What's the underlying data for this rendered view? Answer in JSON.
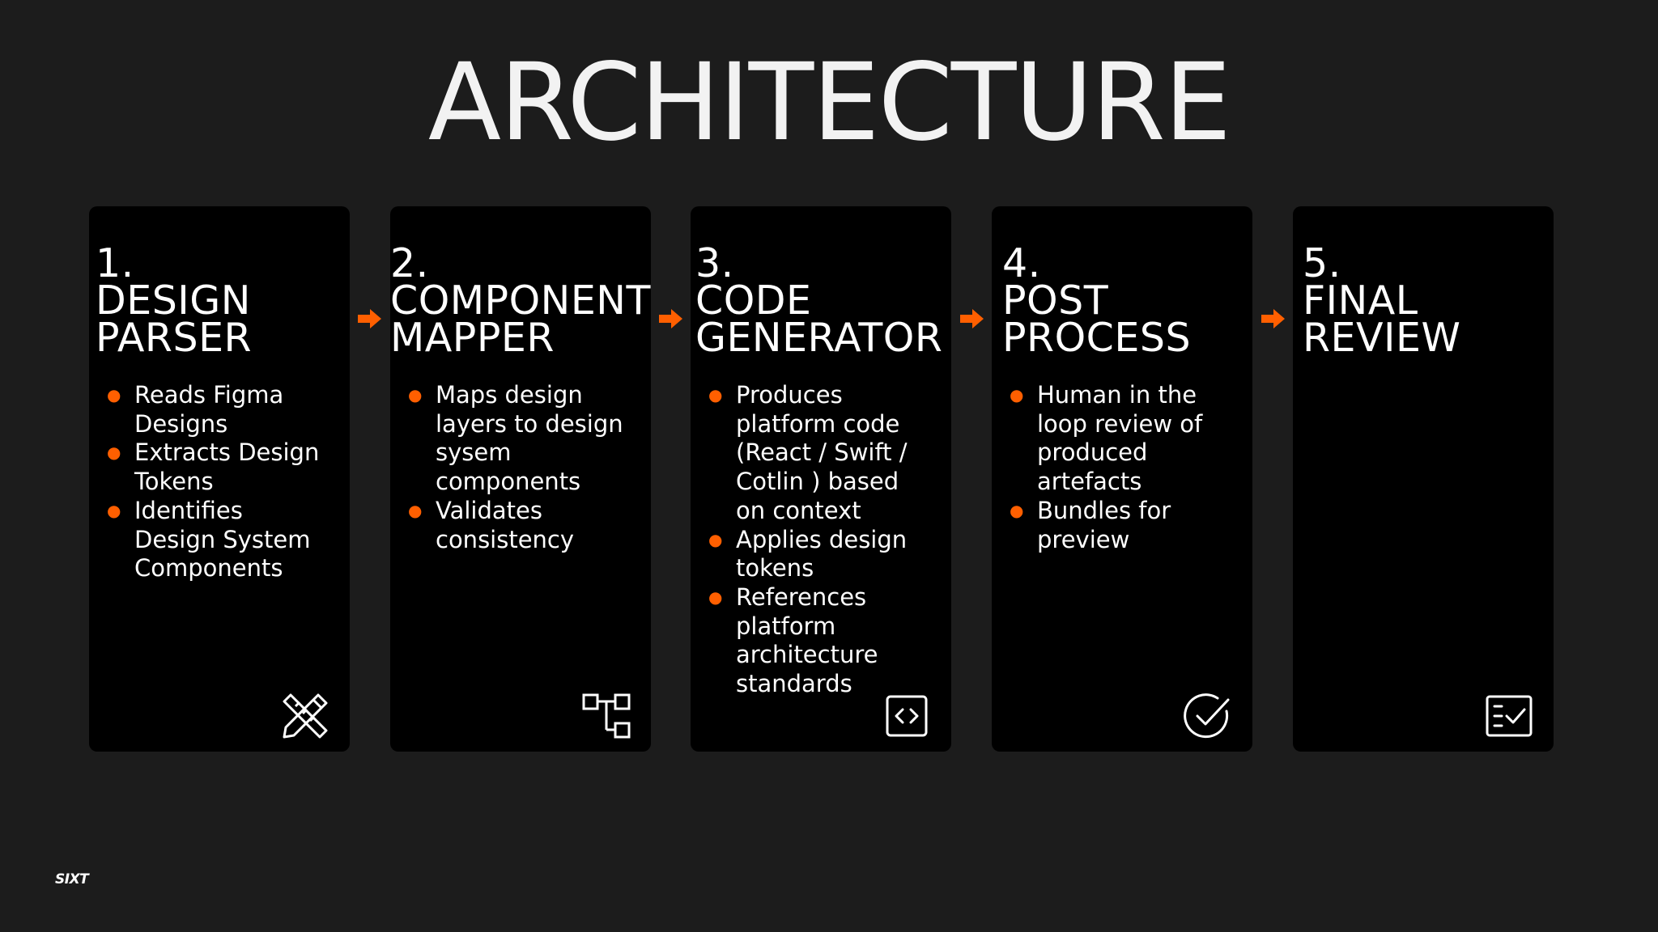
{
  "title": "ARCHITECTURE",
  "colors": {
    "background": "#1c1c1c",
    "card": "#000000",
    "accent": "#ff5f00",
    "text": "#ffffff"
  },
  "steps": [
    {
      "number": "1.",
      "title_lines": [
        "DESIGN",
        "PARSER"
      ],
      "bullets": [
        [
          "Reads Figma",
          "Designs"
        ],
        [
          "Extracts Design",
          "Tokens"
        ],
        [
          "Identifies",
          "Design System",
          "Components"
        ]
      ],
      "icon": "ruler-pencil-icon"
    },
    {
      "number": "2.",
      "title_lines": [
        "COMPONENT",
        "MAPPER"
      ],
      "bullets": [
        [
          "Maps design",
          "layers to design",
          "sysem",
          "components"
        ],
        [
          "Validates",
          "consistency"
        ]
      ],
      "icon": "hierarchy-icon"
    },
    {
      "number": "3.",
      "title_lines": [
        "CODE",
        "GENERATOR"
      ],
      "bullets": [
        [
          "Produces",
          "platform code",
          "(React / Swift /",
          "Cotlin ) based",
          "on context"
        ],
        [
          "Applies design",
          "tokens"
        ],
        [
          "References",
          "platform",
          "architecture",
          "standards"
        ]
      ],
      "icon": "code-icon"
    },
    {
      "number": "4.",
      "title_lines": [
        "POST",
        "PROCESS"
      ],
      "bullets": [
        [
          "Human in the",
          "loop review of",
          "produced",
          "artefacts"
        ],
        [
          "Bundles for",
          "preview"
        ]
      ],
      "icon": "check-circle-icon"
    },
    {
      "number": "5.",
      "title_lines": [
        "FINAL",
        "REVIEW"
      ],
      "bullets": [],
      "icon": "checklist-icon"
    }
  ],
  "logo_text": "SIXT"
}
